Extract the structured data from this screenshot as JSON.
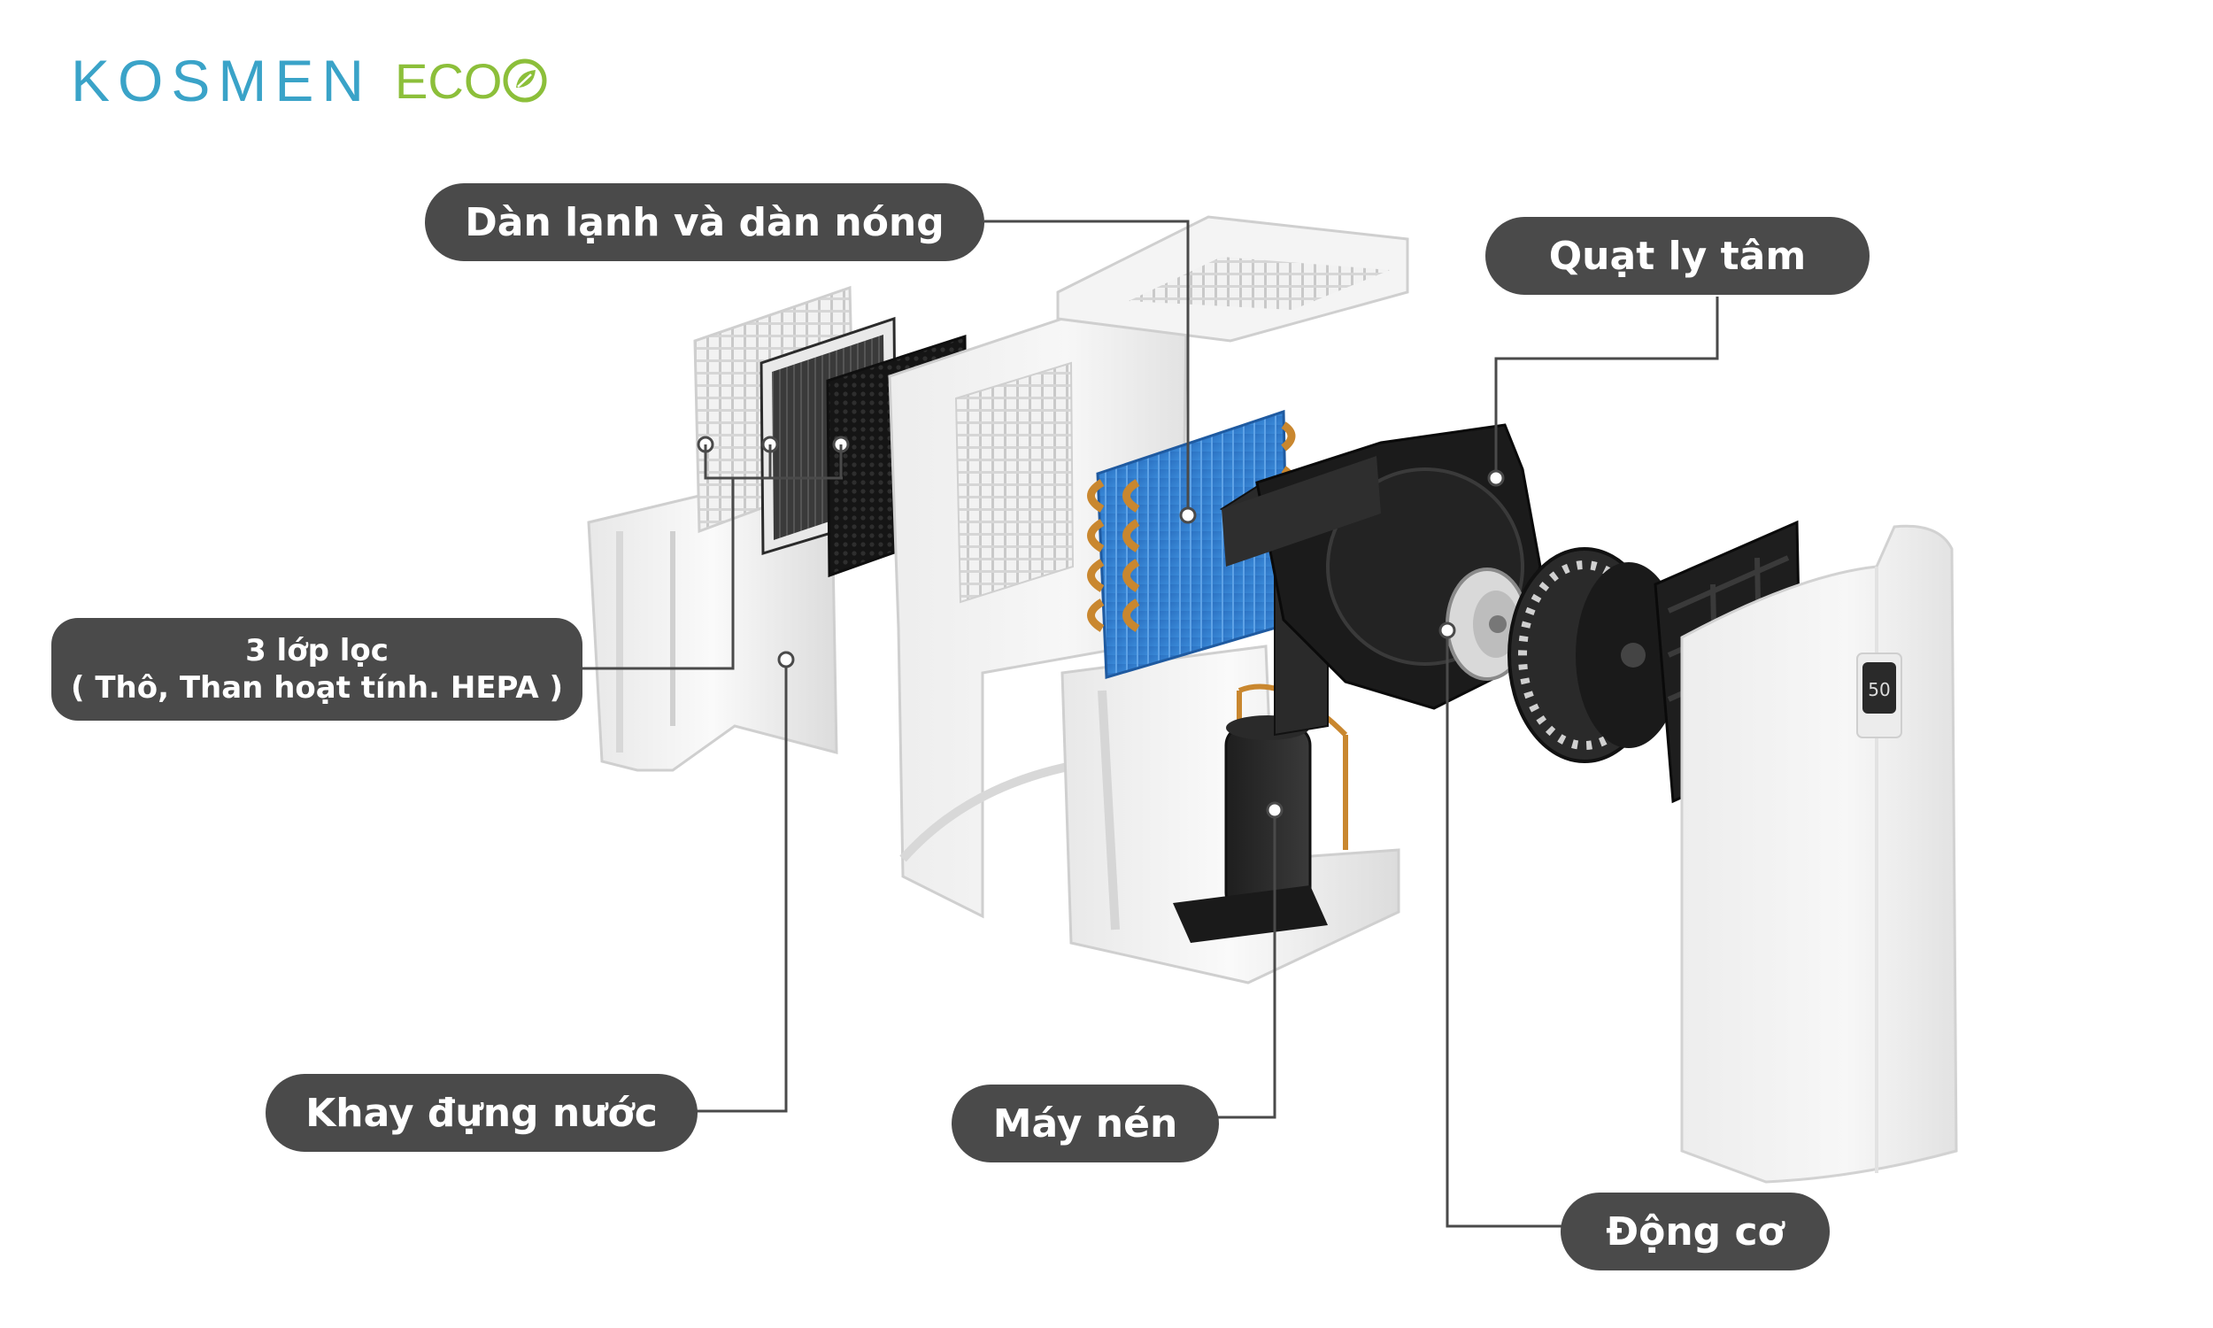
{
  "logo": {
    "brand": "KOSMEN",
    "eco": "ECO",
    "brand_color": "#3aa3c8",
    "eco_color": "#8cbf3a"
  },
  "callouts": {
    "dan_lanh": "Dàn lạnh và dàn nóng",
    "quat": "Quạt ly tâm",
    "loc_line1": "3 lớp lọc",
    "loc_line2": "( Thô, Than hoạt tính. HEPA )",
    "khay": "Khay đựng nước",
    "may_nen": "Máy nén",
    "dong_co": "Động cơ"
  },
  "panel_display": "50",
  "colors": {
    "pill": "#4a4a4a",
    "leader": "#4a4a4a",
    "coil_blue": "#2f7ccc",
    "copper": "#c9872f"
  }
}
